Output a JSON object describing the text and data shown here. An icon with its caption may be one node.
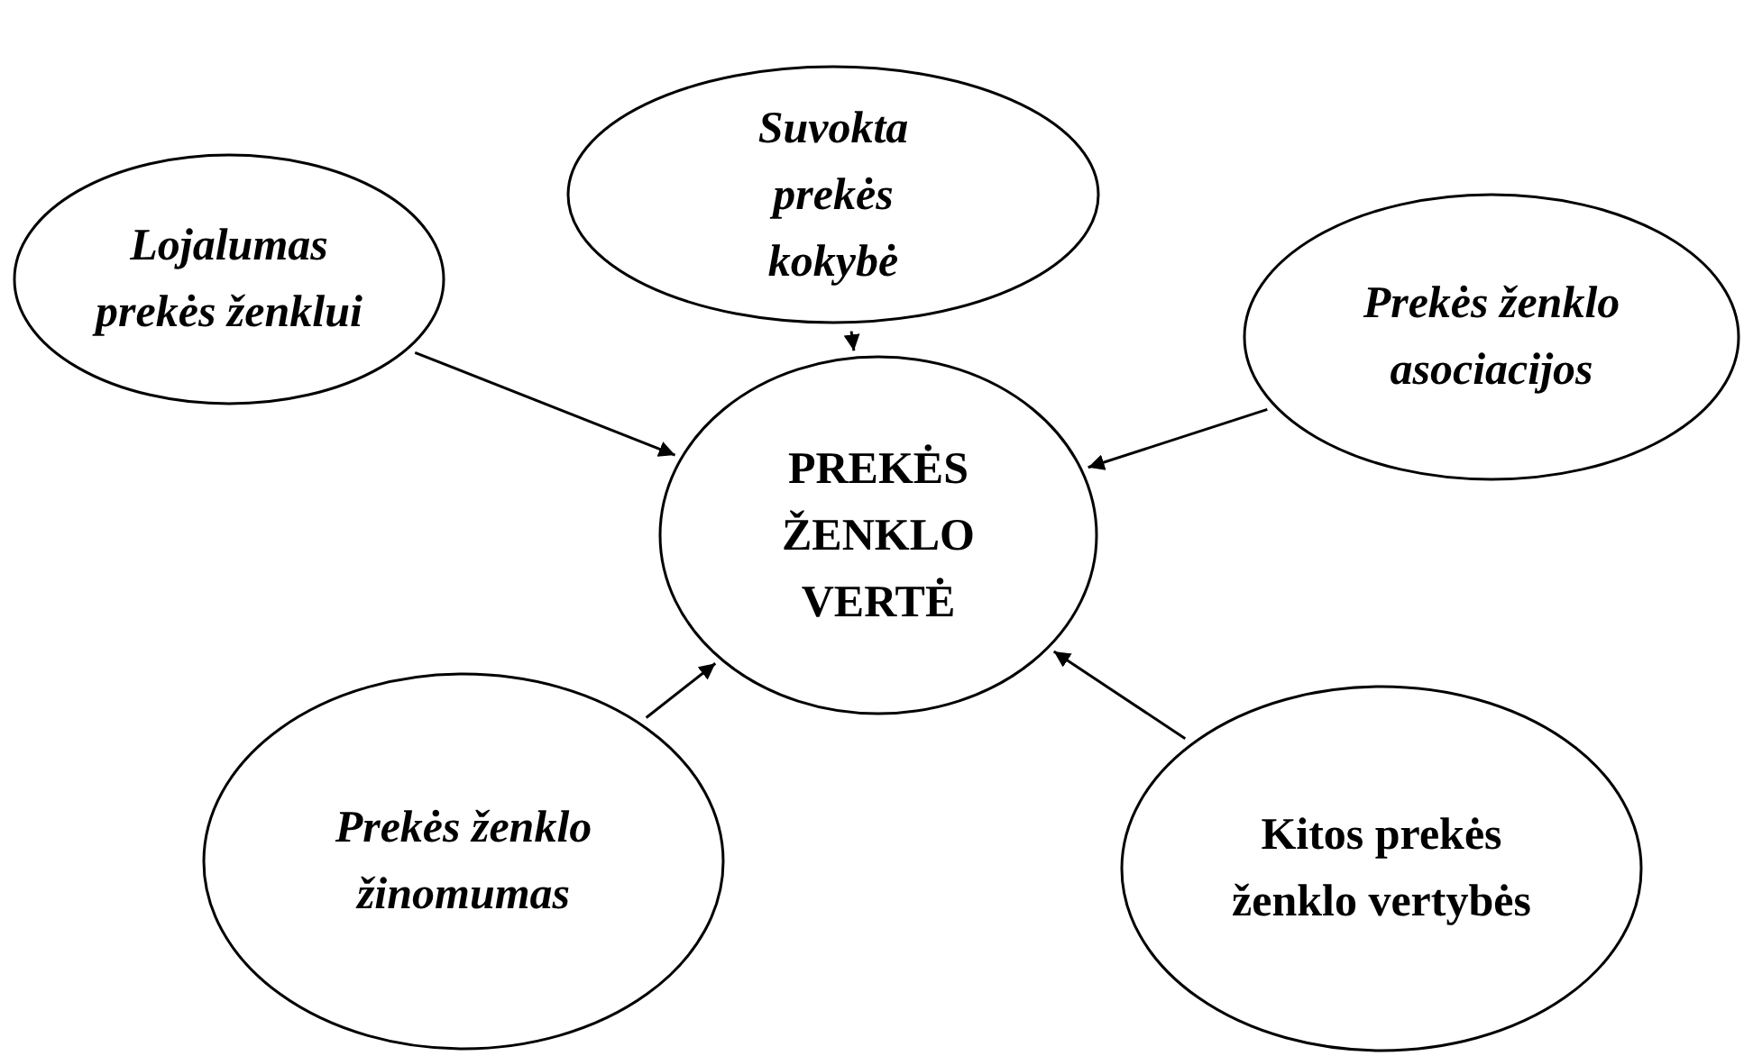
{
  "diagram": {
    "nodes": [
      {
        "text": [
          "Suvokta prekės kokybė"
        ]
      },
      {
        "text": [
          "Lojalumas prekės ženklui"
        ]
      },
      {
        "text": [
          "Prekės ženklo asociacijos"
        ]
      },
      {
        "text": [
          "PREKĖS ŽENKLO VERTĖ"
        ]
      },
      {
        "text": [
          "Prekės ženklo žinomumas"
        ]
      },
      {
        "text": [
          "Kitos prekės ženklo vertybės"
        ]
      }
    ],
    "edges": [
      {
        "from": 0,
        "to": 3,
        "arrow": "to"
      },
      {
        "from": 1,
        "to": 3,
        "arrow": "to"
      },
      {
        "from": 2,
        "to": 3,
        "arrow": "to"
      },
      {
        "from": 4,
        "to": 3,
        "arrow": "to"
      },
      {
        "from": 5,
        "to": 3,
        "arrow": "to"
      }
    ]
  }
}
